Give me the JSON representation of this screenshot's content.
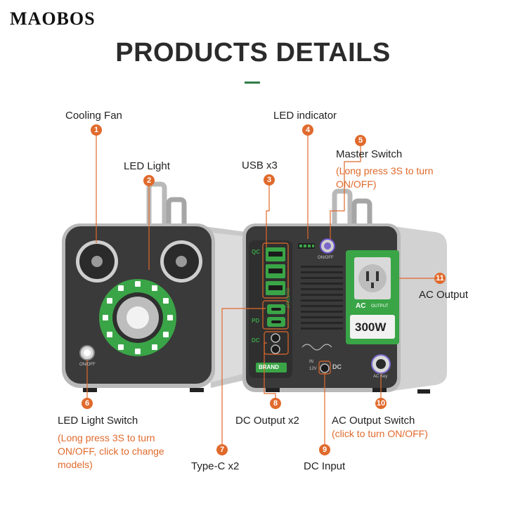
{
  "brand": "MAOBOS",
  "title": "PRODUCTS DETAILS",
  "colors": {
    "accent": "#e06a2c",
    "green": "#3aa547",
    "body": "#3a3a3a"
  },
  "callouts": [
    {
      "num": "1",
      "label": "Cooling Fan"
    },
    {
      "num": "2",
      "label": "LED Light"
    },
    {
      "num": "3",
      "label": "USB x3"
    },
    {
      "num": "4",
      "label": "LED indicator"
    },
    {
      "num": "5",
      "label": "Master Switch",
      "note": "(Long press 3S to turn ON/OFF)"
    },
    {
      "num": "6",
      "label": "LED Light Switch",
      "note": "(Long press 3S to turn ON/OFF, click to change models)"
    },
    {
      "num": "7",
      "label": "Type-C x2"
    },
    {
      "num": "8",
      "label": "DC Output x2"
    },
    {
      "num": "9",
      "label": "DC Input"
    },
    {
      "num": "10",
      "label": "AC Output Switch",
      "note": "(click to turn ON/OFF)"
    },
    {
      "num": "11",
      "label": "AC Output"
    }
  ],
  "device": {
    "qc": "QC",
    "pd": "PD",
    "dc": "DC",
    "output": "OUTPUT",
    "brand_plate": "BRAND",
    "ac": "AC",
    "ac_output": "OUTPUT",
    "wattage": "300W",
    "on_off": "ON/OFF",
    "in_label": "IN",
    "in_voltage": "12V",
    "dc_in": "DC",
    "ac_key": "AC Key",
    "light_switch": "ON/OFF"
  }
}
